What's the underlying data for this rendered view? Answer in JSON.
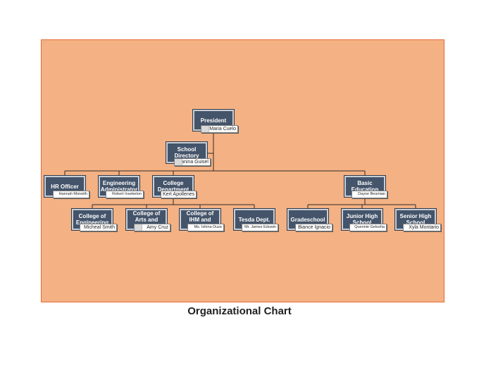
{
  "caption": "Organizational Chart",
  "colors": {
    "background": "#f4b183",
    "node_fill": "#44546a",
    "border": "#e46c3a"
  },
  "nodes": {
    "president": {
      "title": "President",
      "name": "Maria Cuelo"
    },
    "school_directory": {
      "title": "School Directory",
      "name": "Janina Guisel"
    },
    "hr_officer": {
      "title": "HR Officer",
      "name": "Hannah Moneith"
    },
    "engineering_admin": {
      "title": "Engineering Administrator",
      "name": "Robert Inseketon"
    },
    "college_department": {
      "title": "College Department",
      "name": "Kert Apollenes"
    },
    "basic_education": {
      "title": "Basic Education",
      "name": "Dayne Besmian"
    },
    "college_engineering": {
      "title": "College of Engineering",
      "name": "Micheal Smith"
    },
    "college_arts": {
      "title": "College of Arts and Sciences",
      "name": "Amy Cruz"
    },
    "college_ihm": {
      "title": "College of IHM and Business",
      "name": "Ms. Ishina Duze"
    },
    "tesda": {
      "title": "Tesda Dept.",
      "name": "Mr. James Eduwin"
    },
    "gradeschool": {
      "title": "Gradeschool",
      "name": "Biance Ignacio"
    },
    "junior_high": {
      "title": "Junior High School",
      "name": "Quennie Gelosha"
    },
    "senior_high": {
      "title": "Senior High School",
      "name": "Xyla Montario"
    }
  }
}
